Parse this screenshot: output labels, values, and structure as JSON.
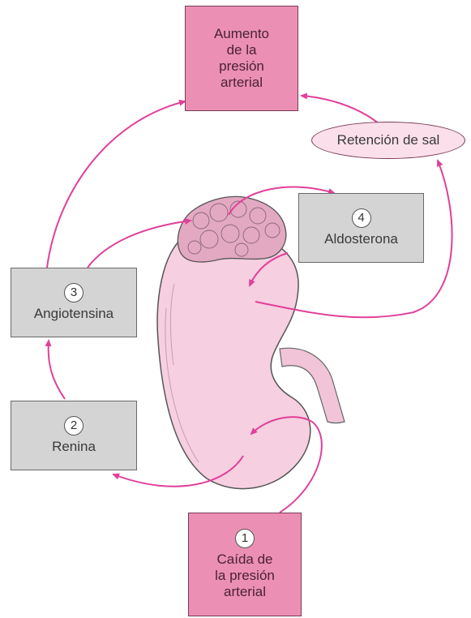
{
  "nodes": {
    "aumento": {
      "lines": [
        "Aumento",
        "de la",
        "presión",
        "arterial"
      ]
    },
    "retencion": {
      "label": "Retención de sal"
    },
    "aldosterona": {
      "number": "4",
      "label": "Aldosterona"
    },
    "angiotensina": {
      "number": "3",
      "label": "Angiotensina"
    },
    "renina": {
      "number": "2",
      "label": "Renina"
    },
    "caida": {
      "number": "1",
      "lines": [
        "Caída de",
        "la presión",
        "arterial"
      ]
    }
  },
  "colors": {
    "arrow": "#e0409a",
    "pink_box": "#ec8fb5",
    "gray_box": "#d4d4d4",
    "kidney": "#f6cfe0",
    "gland": "#e3a9c2",
    "oval": "#fbe0ec"
  }
}
